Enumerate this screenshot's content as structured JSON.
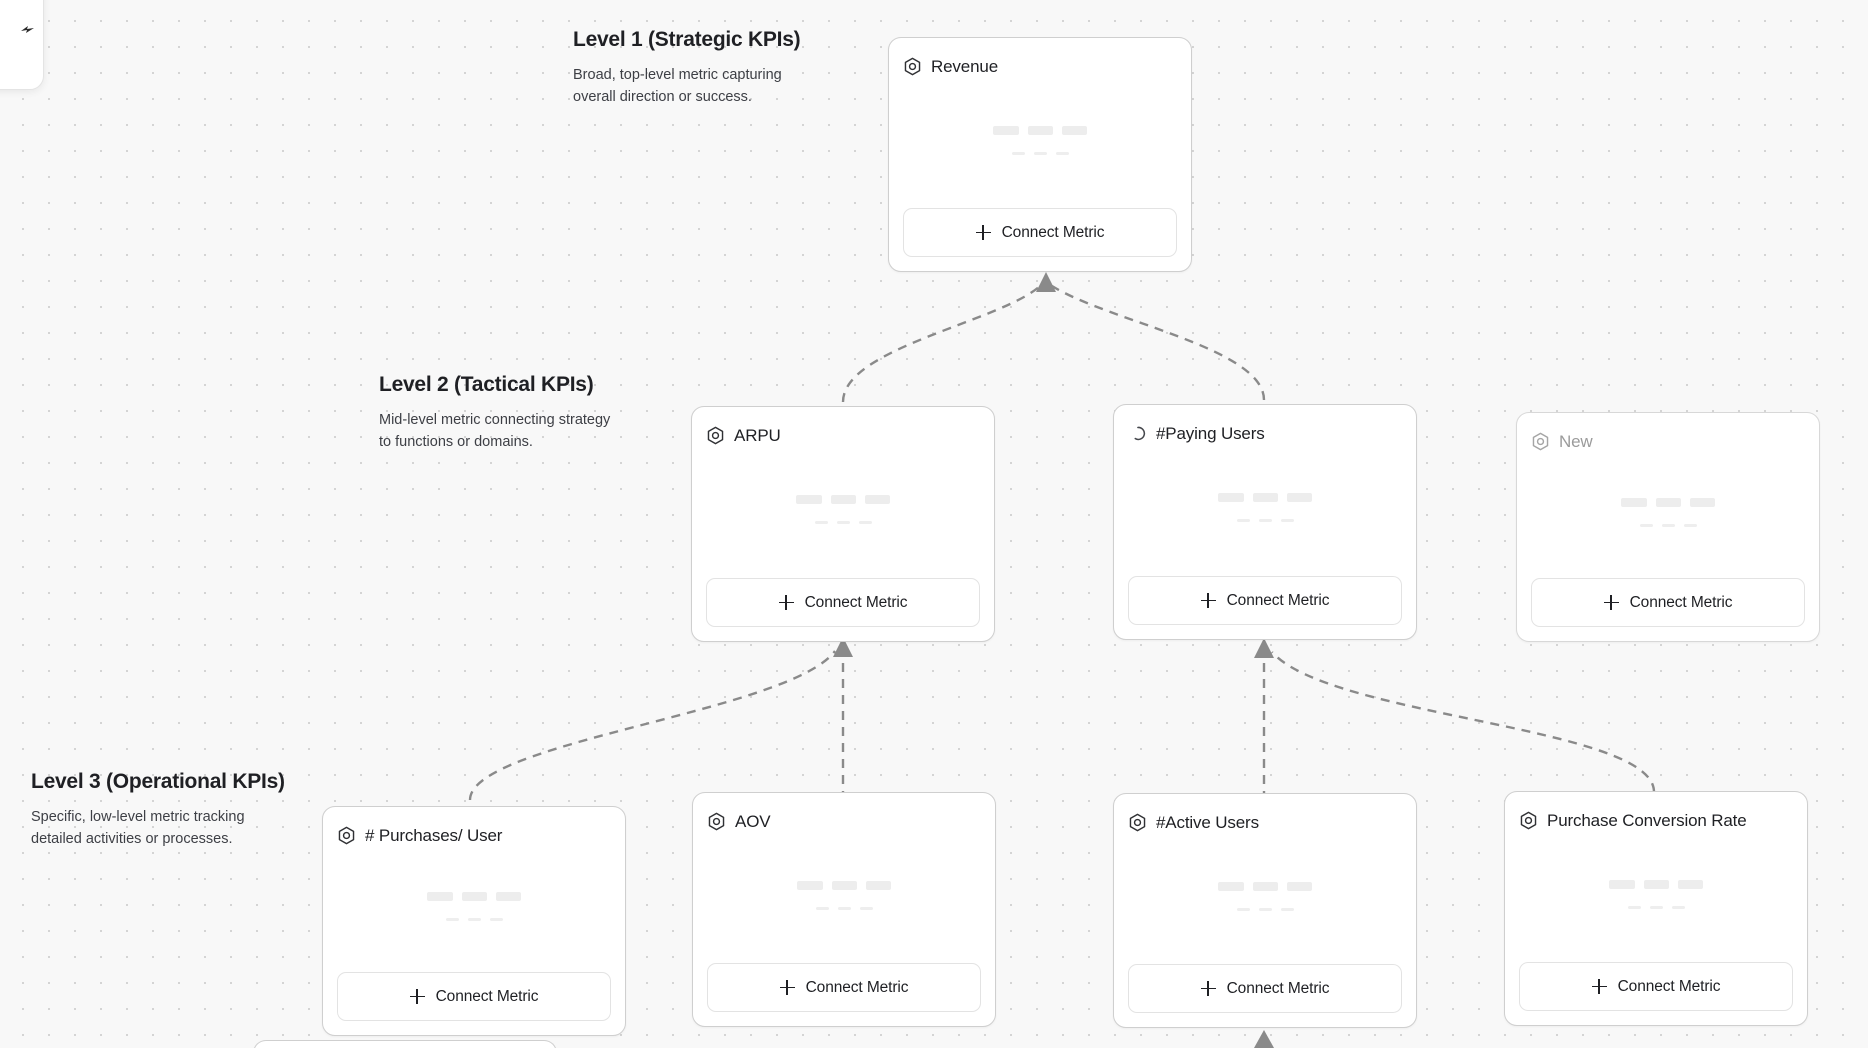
{
  "app": {
    "canvas_name": "kpi-tree-canvas",
    "background_color": "#f8f8f8",
    "dot_grid_color": "#d4d4d4",
    "card_border_color": "#cfcfcf",
    "edge_color": "#8a8a8a"
  },
  "levels": [
    {
      "title": "Level 1 (Strategic KPIs)",
      "description": "Broad, top-level metric capturing overall direction or success."
    },
    {
      "title": "Level 2 (Tactical KPIs)",
      "description": "Mid-level metric connecting strategy to functions or domains."
    },
    {
      "title": "Level 3 (Operational KPIs)",
      "description": "Specific, low-level metric tracking detailed activities or processes."
    }
  ],
  "connect_button_label": "Connect Metric",
  "cards": [
    {
      "id": "revenue",
      "title": "Revenue",
      "icon": "hexagon-target-icon",
      "state": "normal",
      "level": 1
    },
    {
      "id": "arpu",
      "title": "ARPU",
      "icon": "hexagon-target-icon",
      "state": "normal",
      "level": 2
    },
    {
      "id": "paying-users",
      "title": "#Paying Users",
      "icon": "loading-spinner-icon",
      "state": "loading",
      "level": 2
    },
    {
      "id": "new",
      "title": "New",
      "icon": "hexagon-target-icon",
      "state": "ghost",
      "level": 2
    },
    {
      "id": "purchases-user",
      "title": "# Purchases/ User",
      "icon": "hexagon-target-icon",
      "state": "normal",
      "level": 3
    },
    {
      "id": "aov",
      "title": "AOV",
      "icon": "hexagon-target-icon",
      "state": "normal",
      "level": 3
    },
    {
      "id": "active-users",
      "title": "#Active Users",
      "icon": "hexagon-target-icon",
      "state": "normal",
      "level": 3
    },
    {
      "id": "conversion",
      "title": "Purchase Conversion Rate",
      "icon": "hexagon-target-icon",
      "state": "normal",
      "level": 3
    }
  ],
  "edges": [
    {
      "from": "arpu",
      "to": "revenue"
    },
    {
      "from": "paying-users",
      "to": "revenue"
    },
    {
      "from": "purchases-user",
      "to": "arpu"
    },
    {
      "from": "aov",
      "to": "arpu"
    },
    {
      "from": "active-users",
      "to": "paying-users"
    },
    {
      "from": "conversion",
      "to": "paying-users"
    }
  ]
}
